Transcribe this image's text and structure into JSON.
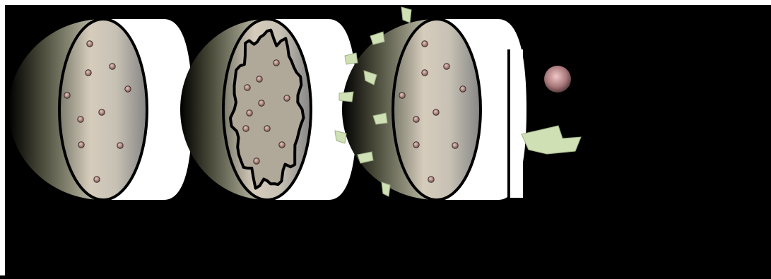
{
  "figure": {
    "panels": [
      {
        "name": "particle-uncoated",
        "shell": "plain"
      },
      {
        "name": "particle-encapsulated",
        "shell": "wavy-membrane"
      },
      {
        "name": "particle-fragmenting",
        "shell": "flaking"
      }
    ],
    "legend": [
      {
        "name": "dot-inclusion",
        "color": "#b88c88"
      },
      {
        "name": "flake-fragment",
        "color": "#cfe0b4"
      }
    ],
    "colors": {
      "background": "#000000",
      "cylinder": "#ffffff",
      "flake": "#cfe0b4",
      "dot": "#8a6a62",
      "outline": "#000000"
    }
  }
}
